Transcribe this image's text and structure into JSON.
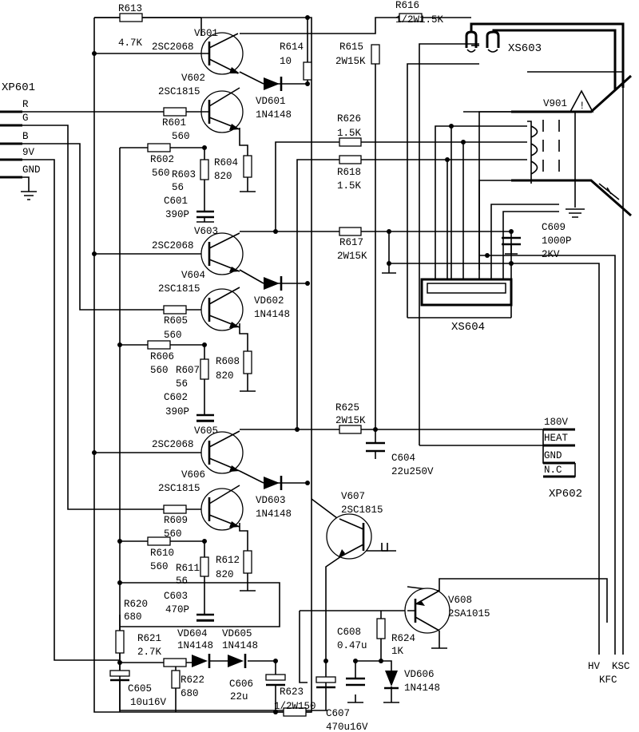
{
  "connectors": {
    "xp601": {
      "ref": "XP601",
      "pins": [
        "R",
        "G",
        "B",
        "9V",
        "GND"
      ]
    },
    "xp602": {
      "ref": "XP602",
      "pins": [
        "180V",
        "HEAT",
        "GND",
        "N.C"
      ]
    },
    "xs603": {
      "ref": "XS603"
    },
    "xs604": {
      "ref": "XS604"
    }
  },
  "tube": {
    "ref": "V901",
    "warning_symbol": "!",
    "bottom_labels": [
      "HV",
      "KSC",
      "KFC"
    ]
  },
  "transistors": [
    {
      "ref": "V601",
      "part": "2SC2068"
    },
    {
      "ref": "V602",
      "part": "2SC1815"
    },
    {
      "ref": "V603",
      "part": "2SC2068"
    },
    {
      "ref": "V604",
      "part": "2SC1815"
    },
    {
      "ref": "V605",
      "part": "2SC2068"
    },
    {
      "ref": "V606",
      "part": "2SC1815"
    },
    {
      "ref": "V607",
      "part": "2SC1815"
    },
    {
      "ref": "V608",
      "part": "2SA1015"
    }
  ],
  "resistors": [
    {
      "ref": "R613",
      "value": "4.7K"
    },
    {
      "ref": "R614",
      "value": "10"
    },
    {
      "ref": "R616",
      "value": "1/2W1.5K"
    },
    {
      "ref": "R615",
      "value": "2W15K"
    },
    {
      "ref": "R601",
      "value": "560"
    },
    {
      "ref": "R602",
      "value": "560"
    },
    {
      "ref": "R603",
      "value": "56"
    },
    {
      "ref": "R604",
      "value": "820"
    },
    {
      "ref": "R626",
      "value": "1.5K"
    },
    {
      "ref": "R618",
      "value": "1.5K"
    },
    {
      "ref": "R617",
      "value": "2W15K"
    },
    {
      "ref": "R605",
      "value": "560"
    },
    {
      "ref": "R606",
      "value": "560"
    },
    {
      "ref": "R607",
      "value": "56"
    },
    {
      "ref": "R608",
      "value": "820"
    },
    {
      "ref": "R625",
      "value": "2W15K"
    },
    {
      "ref": "R609",
      "value": "560"
    },
    {
      "ref": "R610",
      "value": "560"
    },
    {
      "ref": "R611",
      "value": "56"
    },
    {
      "ref": "R612",
      "value": "820"
    },
    {
      "ref": "R620",
      "value": "680"
    },
    {
      "ref": "R621",
      "value": "2.7K"
    },
    {
      "ref": "R622",
      "value": "680"
    },
    {
      "ref": "R623",
      "value": "1/2W150"
    },
    {
      "ref": "R624",
      "value": "1K"
    }
  ],
  "capacitors": [
    {
      "ref": "C601",
      "value": "390P"
    },
    {
      "ref": "C602",
      "value": "390P"
    },
    {
      "ref": "C603",
      "value": "470P"
    },
    {
      "ref": "C604",
      "value": "22u250V"
    },
    {
      "ref": "C605",
      "value": "10u16V"
    },
    {
      "ref": "C606",
      "value": "22u"
    },
    {
      "ref": "C607",
      "value": "470u16V"
    },
    {
      "ref": "C608",
      "value": "0.47u"
    },
    {
      "ref": "C609",
      "value": "1000P",
      "rating": "2KV"
    }
  ],
  "diodes": [
    {
      "ref": "VD601",
      "part": "1N4148"
    },
    {
      "ref": "VD602",
      "part": "1N4148"
    },
    {
      "ref": "VD603",
      "part": "1N4148"
    },
    {
      "ref": "VD604",
      "part": "1N4148"
    },
    {
      "ref": "VD605",
      "part": "1N4148"
    },
    {
      "ref": "VD606",
      "part": "1N4148"
    }
  ]
}
